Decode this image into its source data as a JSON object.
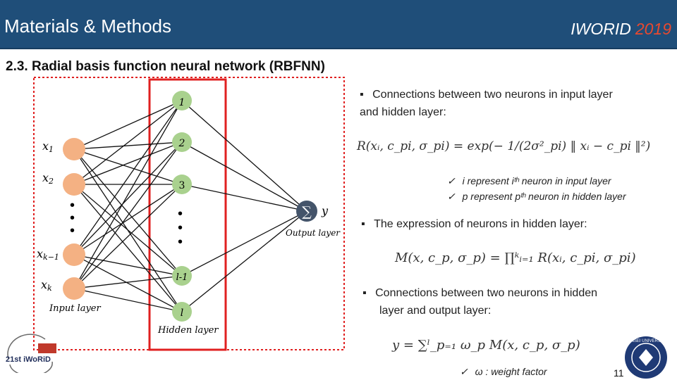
{
  "header": {
    "title": "Materials & Methods",
    "conference": "IWORID",
    "year": "2019"
  },
  "section_title": "2.3. Radial basis function neural network (RBFNN)",
  "diagram": {
    "inputs": [
      "x",
      "x",
      "x",
      "x"
    ],
    "input_subscripts": [
      "1",
      "2",
      "k−1",
      "k"
    ],
    "hidden_nodes": [
      "1",
      "2",
      "3",
      "l-1",
      "l"
    ],
    "output_symbol": "∑",
    "output_var": "y",
    "input_label": "Input layer",
    "hidden_label": "Hidden layer",
    "output_label": "Output layer",
    "dots": "•"
  },
  "bullets": {
    "b1_line1": "Connections between two neurons in input layer",
    "b1_line2": "and hidden layer:",
    "eq1": "R(xᵢ, c_pi, σ_pi) = exp(− 1/(2σ²_pi) ‖ xᵢ − c_pi ‖²)",
    "note_i": "i represent iᵗʰ neuron in input layer",
    "note_p": "p represent pᵗʰ neuron in hidden layer",
    "b2": "The expression of neurons in hidden layer:",
    "eq2": "M(x, c_p, σ_p) = ∏ᵏᵢ₌₁ R(xᵢ, c_pi, σ_pi)",
    "b3_line1": "Connections between two neurons in hidden",
    "b3_line2": "layer and output layer:",
    "eq3": "y = ∑ˡ_p₌₁ ω_p M(x, c_p, σ_p)",
    "note_w": "ω : weight factor"
  },
  "logos": {
    "left_text": "21st iWoRiD",
    "right_text": "YONSEI UNIVERSITY"
  },
  "page_number": "11",
  "colors": {
    "header_bg": "#1f4e79",
    "year": "#e8492f",
    "frame_red": "#e02020",
    "input_node": "#f4b183",
    "hidden_node": "#a9d18e",
    "output_node": "#44546a"
  }
}
